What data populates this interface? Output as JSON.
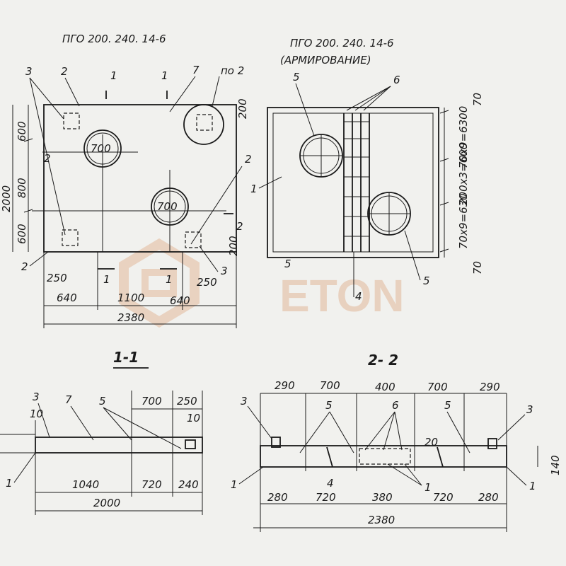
{
  "plan_view": {
    "title": "ПГО 200. 240. 14-6",
    "detail_ref": "по 2",
    "hole_diameter_1": "700",
    "hole_diameter_2": "700",
    "callouts": {
      "c3": "3",
      "c2a": "2",
      "c7": "7",
      "c2b": "2",
      "c2c": "2",
      "c3b": "3"
    },
    "section_marks": {
      "s1a": "1",
      "s1b": "1",
      "s1c": "1",
      "s1d": "1",
      "s2a": "2",
      "s2b": "2"
    },
    "dims_left": {
      "overall": "2000",
      "d600a": "600",
      "d800": "800",
      "d600b": "600"
    },
    "dims_small": {
      "d200a": "200",
      "d200b": "200"
    },
    "dims_bottom": {
      "d250a": "250",
      "d640a": "640",
      "d1100": "1100",
      "d640b": "640",
      "d250b": "250",
      "overall": "2380"
    }
  },
  "reinforcement_view": {
    "title_line1": "ПГО 200. 240. 14-6",
    "title_line2": "(АРМИРОВАНИЕ)",
    "callouts": {
      "c5a": "5",
      "c6": "6",
      "c1": "1",
      "c4": "4",
      "c5b": "5",
      "c5c": "5"
    },
    "dims_right": {
      "d70a": "70",
      "d6300": "70х9=6300",
      "d600": "200х3=600",
      "d630": "70х9=630",
      "d70b": "70"
    }
  },
  "section_1_1": {
    "label": "1-1",
    "callouts": {
      "c3": "3",
      "c7": "7",
      "c5": "5",
      "c1": "1"
    },
    "dims_top": {
      "d10a": "10",
      "d700": "700",
      "d250": "250",
      "d10b": "10"
    },
    "dims_bottom": {
      "d1040": "1040",
      "d720": "720",
      "d240": "240",
      "overall": "2000"
    }
  },
  "section_2_2": {
    "label": "2- 2",
    "callouts": {
      "c3a": "3",
      "c5a": "5",
      "c6": "6",
      "c5b": "5",
      "c3b": "3",
      "c1a": "1",
      "c4": "4",
      "c1b": "1",
      "c1c": "1"
    },
    "dims_top": {
      "d290a": "290",
      "d700a": "700",
      "d400": "400",
      "d700b": "700",
      "d290b": "290",
      "d20": "20"
    },
    "dims_right": {
      "d140": "140"
    },
    "dims_bottom": {
      "d280a": "280",
      "d720a": "720",
      "d380": "380",
      "d720b": "720",
      "d280b": "280",
      "overall": "2380"
    }
  },
  "watermark": {
    "text": "ETON"
  },
  "colors": {
    "ink": "#1a1a1a",
    "paper": "#f1f1ee",
    "watermark": "#e6c7b0"
  }
}
